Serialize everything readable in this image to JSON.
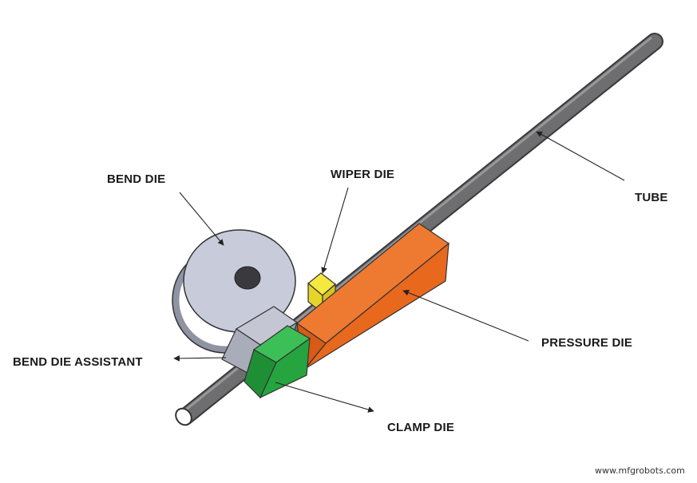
{
  "labels": {
    "bend_die": "BEND DIE",
    "wiper_die": "WIPER DIE",
    "tube": "TUBE",
    "pressure_die": "PRESSURE DIE",
    "bend_die_assistant": "BEND DIE ASSISTANT",
    "clamp_die": "CLAMP DIE"
  },
  "watermark": "www.mfgrobots.com",
  "colors": {
    "tube": "#7a7a7c",
    "bend_die": "#c8cbd9",
    "wiper_die": "#f2e23a",
    "pressure_die": "#ea6a23",
    "clamp_die": "#2fb34a",
    "bend_die_assistant": "#b4b7c4",
    "arrow": "#222222"
  }
}
